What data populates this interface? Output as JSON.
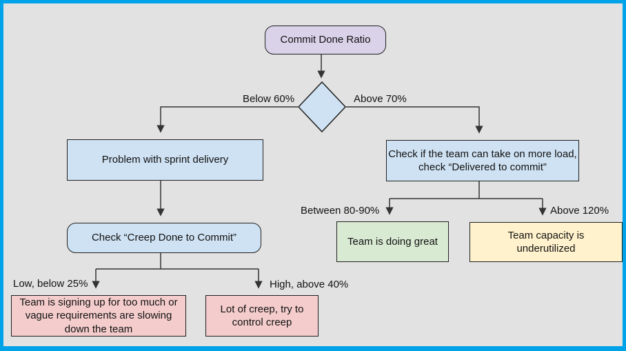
{
  "palette": {
    "frame": "#00a2e8",
    "background": "#e2e2e2",
    "line": "#333333",
    "purple": "#d9d2e9",
    "blue": "#cfe2f3",
    "green": "#d9ead3",
    "yellow": "#fff2cc",
    "pink": "#f4cccc"
  },
  "nodes": {
    "root": {
      "label": "Commit Done Ratio"
    },
    "problem": {
      "label": "Problem with sprint delivery"
    },
    "more_load": {
      "label": "Check if the team can take on more load, check “Delivered to commit”"
    },
    "check_creep": {
      "label": "Check “Creep Done to Commit”"
    },
    "signing_up": {
      "label": "Team is signing up for too much or vague requirements are slowing down the team"
    },
    "lot_creep": {
      "label": "Lot of creep, try to control creep"
    },
    "great": {
      "label": "Team is doing great"
    },
    "underutilized": {
      "label": "Team capacity is underutilized"
    }
  },
  "edge_labels": {
    "below60": "Below 60%",
    "above70": "Above 70%",
    "between8090": "Between 80-90%",
    "above120": "Above 120%",
    "low25": "Low, below 25%",
    "high40": "High, above 40%"
  }
}
